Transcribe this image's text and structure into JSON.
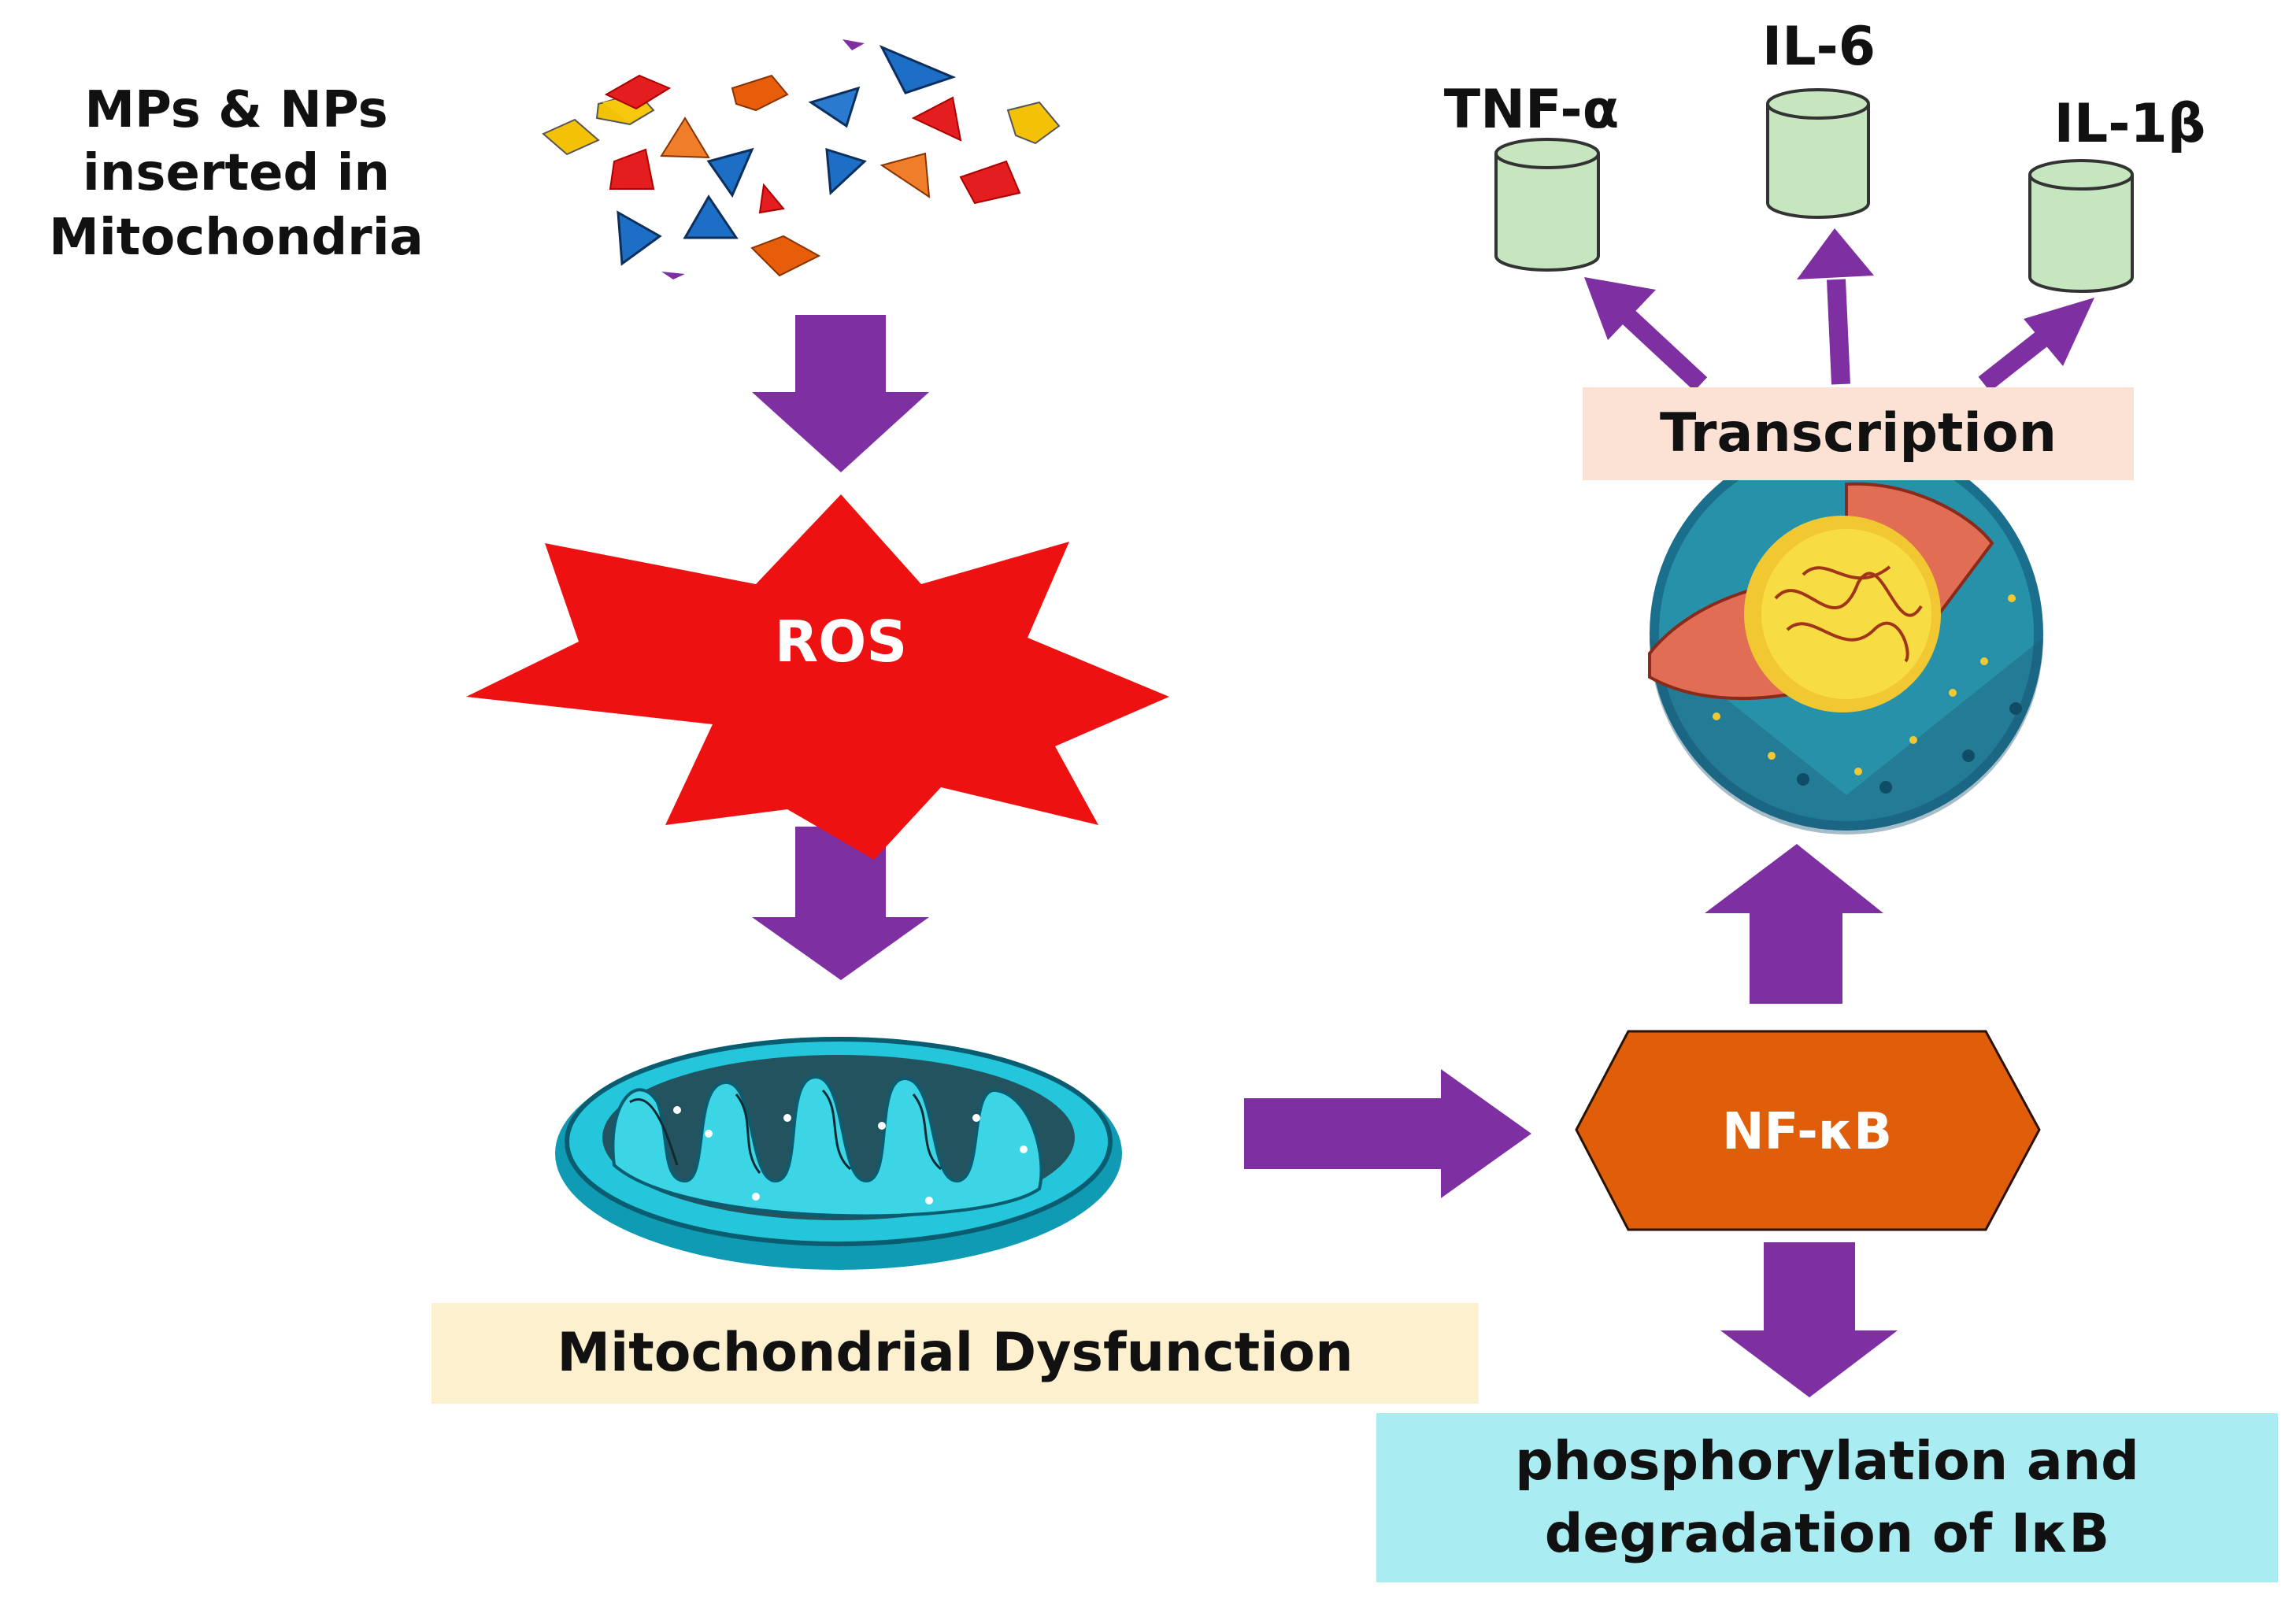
{
  "particles_label": [
    "MPs & NPs",
    "inserted in",
    "Mitochondria"
  ],
  "ros_label": "ROS",
  "mito_label": "Mitochondrial Dysfunction",
  "nfkb_label": "NF-κB",
  "phospho_label": [
    "phosphorylation and",
    "degradation of IκB"
  ],
  "transcription_label": "Transcription",
  "cytokines": [
    "TNF-α",
    "IL-6",
    "IL-1β"
  ],
  "colors": {
    "arrow": "#7e2fa2",
    "ros": "#ee1111",
    "nfkb": "#e05d0a",
    "cylinder": "#c6e6c0",
    "mito_box": "#fdf0cf",
    "phospho_box": "#a9ecf2",
    "transcription_box": "#fbe2d5"
  },
  "icons": [
    "particle-cluster-icon",
    "mitochondrion-icon",
    "cell-nucleus-icon",
    "cylinder-icon"
  ]
}
